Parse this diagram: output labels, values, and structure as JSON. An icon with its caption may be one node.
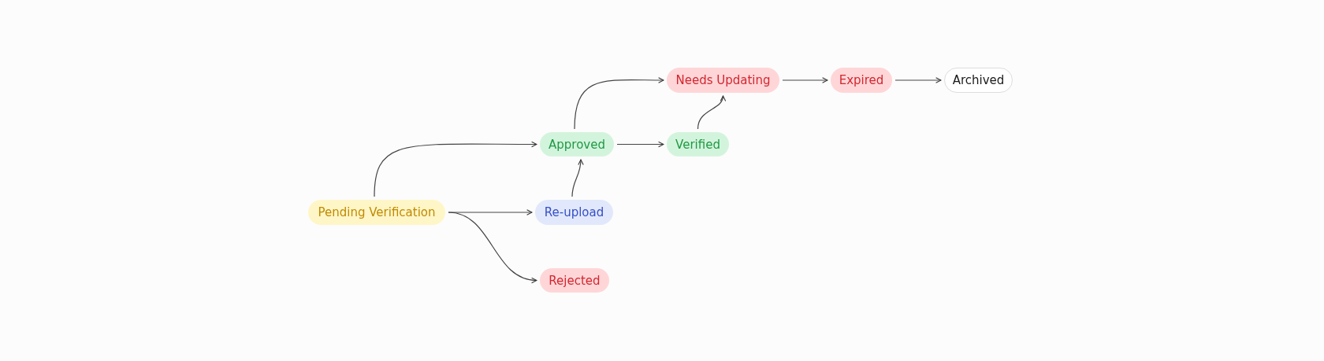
{
  "diagram": {
    "nodes": [
      {
        "text": [
          "Pending Verification"
        ]
      },
      {
        "text": [
          "Approved"
        ]
      },
      {
        "text": [
          "Re-upload"
        ]
      },
      {
        "text": [
          "Rejected"
        ]
      },
      {
        "text": [
          "Needs Updating"
        ]
      },
      {
        "text": [
          "Verified"
        ]
      },
      {
        "text": [
          "Expired"
        ]
      },
      {
        "text": [
          "Archived"
        ]
      }
    ],
    "edges": [
      {
        "from": 0,
        "to": 1,
        "arrow": "to"
      },
      {
        "from": 0,
        "to": 2,
        "arrow": "to"
      },
      {
        "from": 0,
        "to": 3,
        "arrow": "to"
      },
      {
        "from": 2,
        "to": 1,
        "arrow": "to"
      },
      {
        "from": 1,
        "to": 4,
        "arrow": "to"
      },
      {
        "from": 1,
        "to": 5,
        "arrow": "to"
      },
      {
        "from": 5,
        "to": 4,
        "arrow": "to"
      },
      {
        "from": 4,
        "to": 6,
        "arrow": "to"
      },
      {
        "from": 6,
        "to": 7,
        "arrow": "to"
      }
    ]
  }
}
